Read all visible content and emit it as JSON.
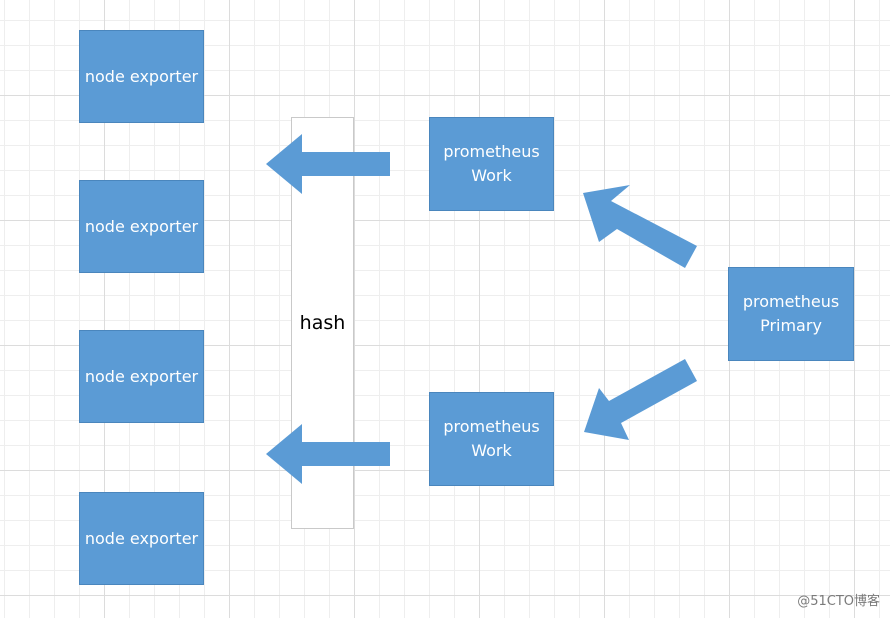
{
  "colors": {
    "box_fill": "#5b9bd5",
    "arrow_fill": "#5b9bd5",
    "hash_fill": "#ffffff"
  },
  "node_exporters": [
    "node exporter",
    "node exporter",
    "node exporter",
    "node exporter"
  ],
  "hash": {
    "label": "hash"
  },
  "workers": [
    {
      "line1": "prometheus",
      "line2": "Work"
    },
    {
      "line1": "prometheus",
      "line2": "Work"
    }
  ],
  "primary": {
    "line1": "prometheus",
    "line2": "Primary"
  },
  "watermark": "@51CTO博客"
}
